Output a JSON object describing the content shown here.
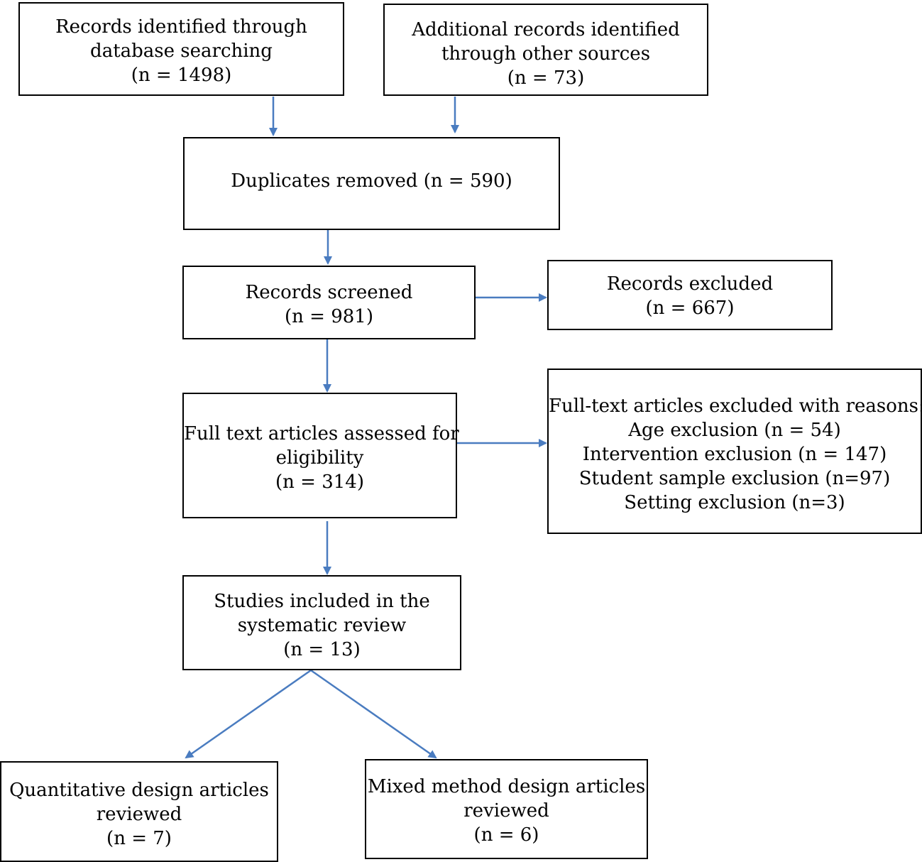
{
  "diagram": {
    "arrow_color": "#4a7cc0",
    "boxes": {
      "db_search": {
        "lines": [
          "Records identified through",
          "database searching",
          "(n = 1498)"
        ]
      },
      "other_sources": {
        "lines": [
          "Additional records identified",
          "through other sources",
          "(n = 73)"
        ]
      },
      "duplicates": {
        "lines": [
          "Duplicates removed (n = 590)"
        ]
      },
      "screened": {
        "lines": [
          "Records screened",
          "(n = 981)"
        ]
      },
      "excluded": {
        "lines": [
          "Records excluded",
          "(n = 667)"
        ]
      },
      "fulltext": {
        "lines": [
          "Full text articles assessed for",
          "eligibility",
          "(n = 314)"
        ]
      },
      "fulltext_excluded": {
        "lines": [
          "Full-text articles excluded with reasons:",
          "Age exclusion (n = 54)",
          "Intervention exclusion (n = 147)",
          "Student sample exclusion (n=97)",
          "Setting exclusion (n=3)"
        ]
      },
      "included": {
        "lines": [
          "Studies included in the",
          "systematic review",
          "(n = 13)"
        ]
      },
      "quantitative": {
        "lines": [
          "Quantitative design articles",
          "reviewed",
          "(n = 7)"
        ]
      },
      "mixed": {
        "lines": [
          "Mixed method design articles",
          "reviewed",
          "(n = 6)"
        ]
      }
    }
  }
}
